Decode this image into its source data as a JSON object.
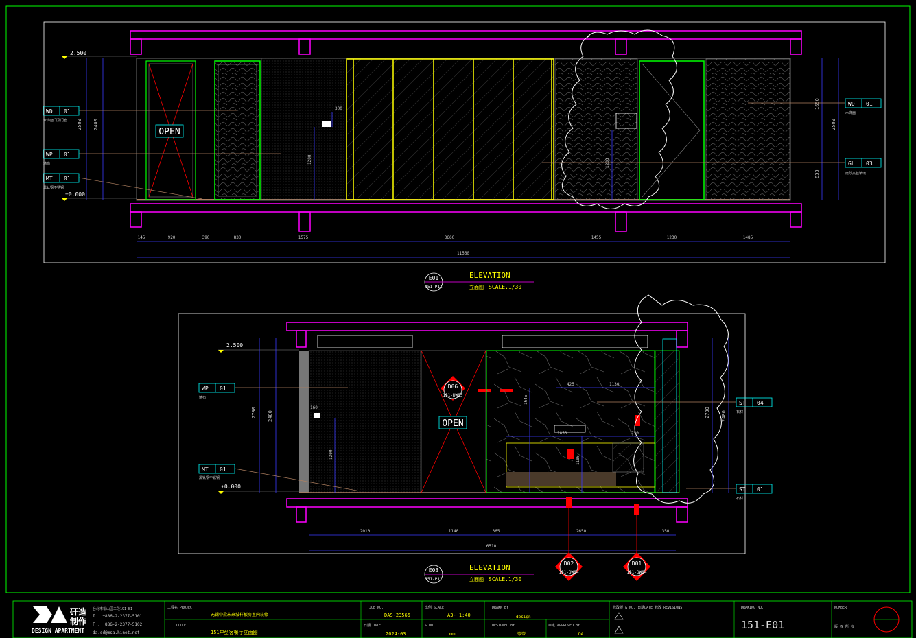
{
  "elevation_e01": {
    "tag_id": "E01",
    "tag_ref": "151-P11",
    "title": "ELEVATION",
    "subtitle_cn": "立面图",
    "scale": "SCALE.1/30",
    "level_top": "2.500",
    "level_floor": "±0.000",
    "open_label": "OPEN",
    "left_dims": [
      "2500",
      "2400"
    ],
    "right_dims": [
      "1650",
      "830",
      "2500"
    ],
    "dims_bottom": [
      "145",
      "920",
      "390",
      "830",
      "1575",
      "3660",
      "1455",
      "1230",
      "1485"
    ],
    "dim_total": "11560",
    "dim_notes": [
      "300",
      "1200",
      "1200"
    ],
    "callouts_left": [
      {
        "code": "WD",
        "num": "01",
        "note": "木饰面门及门套"
      },
      {
        "code": "WP",
        "num": "01",
        "note": "墙布"
      },
      {
        "code": "MT",
        "num": "01",
        "note": "黑钛钢不锈钢"
      }
    ],
    "callouts_right": [
      {
        "code": "WD",
        "num": "01",
        "note": "木饰面"
      },
      {
        "code": "GL",
        "num": "03",
        "note": "磨砂夹丝玻璃"
      }
    ]
  },
  "elevation_e03": {
    "tag_id": "E03",
    "tag_ref": "151-P11",
    "title": "ELEVATION",
    "subtitle_cn": "立面图",
    "scale": "SCALE.1/30",
    "level_top": "2.500",
    "level_floor": "±0.000",
    "open_label": "OPEN",
    "door_tag": {
      "id": "D06",
      "ref": "151-DW05"
    },
    "left_dims": [
      "2700",
      "2400"
    ],
    "right_dims": [
      "2700",
      "2400"
    ],
    "dims_bottom": [
      "2010",
      "1140",
      "365",
      "2650",
      "350"
    ],
    "dim_total": "6510",
    "dim_notes": [
      "160",
      "1200",
      "425",
      "1130",
      "1850",
      "750",
      "1645",
      "1100"
    ],
    "callouts_left": [
      {
        "code": "WP",
        "num": "01",
        "note": "墙布"
      },
      {
        "code": "MT",
        "num": "01",
        "note": "黑钛钢不锈钢"
      }
    ],
    "callouts_right": [
      {
        "code": "ST",
        "num": "04",
        "note": "石材"
      },
      {
        "code": "ST",
        "num": "01",
        "note": "石材"
      }
    ],
    "detail_tags": [
      {
        "id": "D02",
        "ref": "151-DW04"
      },
      {
        "id": "D01",
        "ref": "151-DW04"
      }
    ]
  },
  "title_block": {
    "brand_en": "DESIGN APARTMENT",
    "brand_cn1": "矸造",
    "brand_cn2": "制作",
    "address": "台北市松山區二段191 B1",
    "tel": "T . +886-2-2377-5101",
    "fax": "F . +886-2-2377-5102",
    "email": "da.sd@msa.hinet.net",
    "project_label": "工程名 PROJECT",
    "project_value": "无锡中梁未来城样板房室内装修",
    "title_label": "TITLE",
    "title_value": "151户型客餐厅立面图",
    "job_label": "JOB NO.",
    "job_value": "DAS-23565",
    "date_label": "日期 DATE",
    "date_value": "2024-03",
    "scale_label": "比例 SCALE",
    "scale_value": "A3- 1:40",
    "unit_label": "& UNIT",
    "unit_value": "mm",
    "drawn_label": "DRAWN BY",
    "drawn_value": "design",
    "designed_label": "DESIGNED BY",
    "designed_value": "岑岑",
    "approved_label": "审定 APPROVED BY",
    "approved_value": "DA",
    "rev_label": "修改版 & NO. 日期DATE 修改 REVISIONS",
    "drawing_no_label": "DRAWING NO.",
    "drawing_no_value": "151-E01",
    "number_label": "NUMBER",
    "number_note": "版 权 所 有"
  },
  "colors": {
    "frame": "#ffffff",
    "magenta": "#ff00ff",
    "blue": "#0000ff",
    "dim_blue": "#3a3aff",
    "cyan": "#00ffff",
    "yellow": "#ffff00",
    "green": "#00ff00",
    "red": "#ff0000",
    "brown": "#b08060",
    "gray": "#888888",
    "white": "#ffffff"
  }
}
